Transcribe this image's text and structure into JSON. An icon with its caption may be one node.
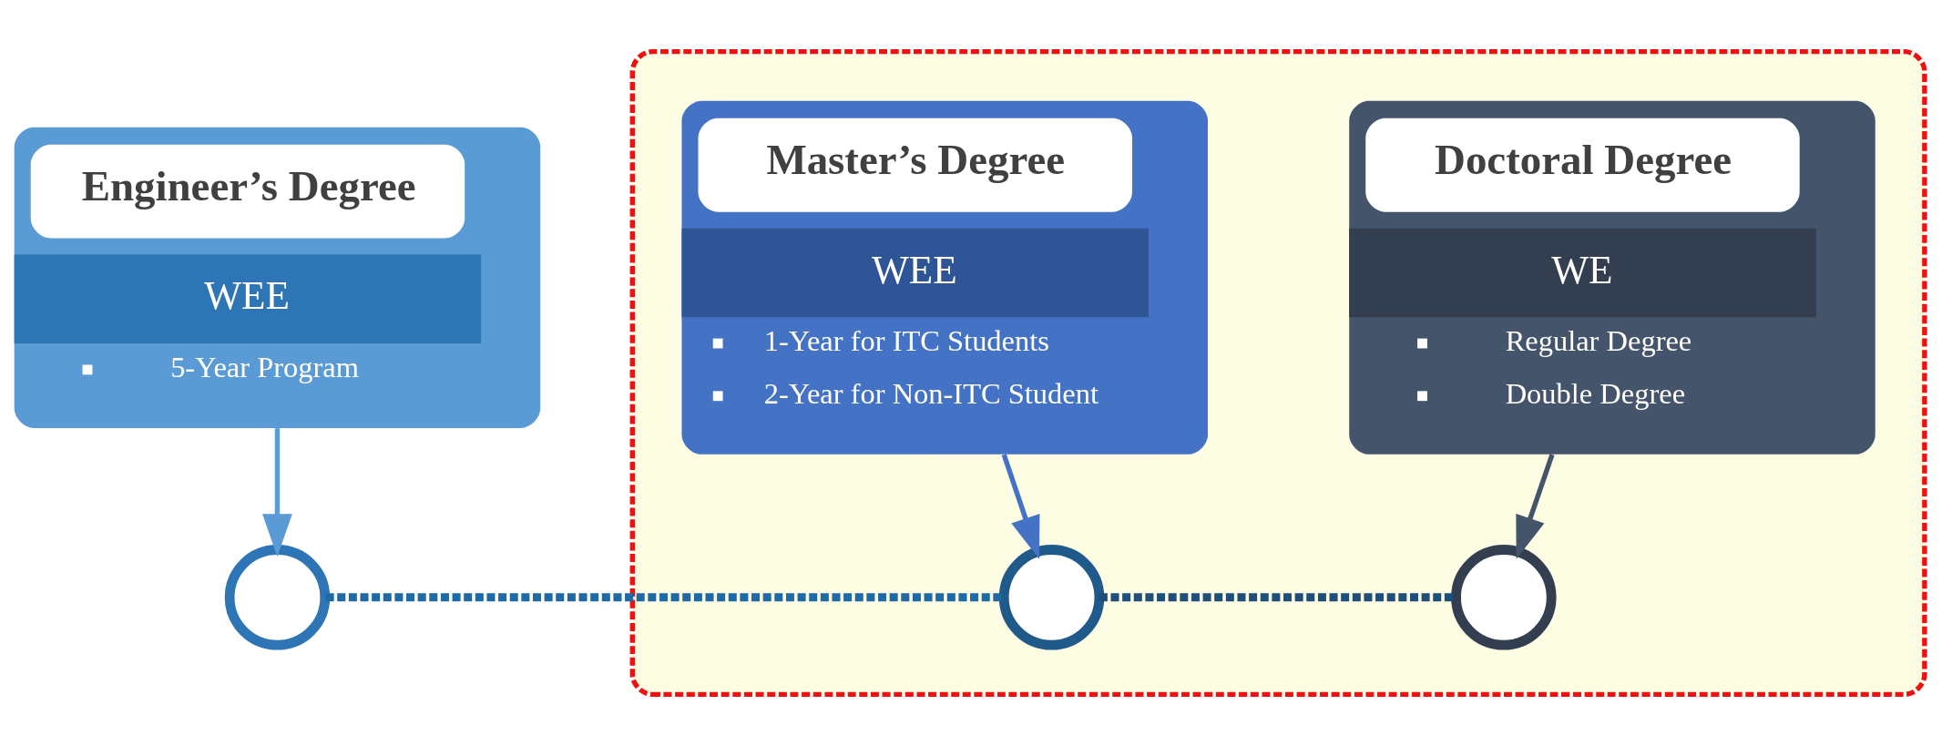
{
  "diagram": {
    "nodes": [
      {
        "text": [
          "Engineer’s Degree",
          "WEE",
          "5-Year Program"
        ]
      },
      {
        "text": [],
        "shape": "box"
      },
      {
        "text": [
          "Master’s Degree",
          "WEE",
          "1-Year for ITC Students",
          "2-Year for Non-ITC Student"
        ],
        "in": 1
      },
      {
        "text": [
          "Doctoral Degree",
          "WE",
          "Regular Degree",
          "Double Degree"
        ],
        "in": 1
      },
      {
        "text": [],
        "shape": "circle"
      },
      {
        "text": [],
        "shape": "circle",
        "in": 1
      },
      {
        "text": [],
        "shape": "circle",
        "in": 1
      }
    ],
    "edges": [
      {
        "from": 0,
        "to": 4,
        "arrow": "to",
        "color": "#5b9bd5"
      },
      {
        "from": 2,
        "to": 5,
        "arrow": "to",
        "color": "#4472c4"
      },
      {
        "from": 3,
        "to": 6,
        "arrow": "to",
        "color": "#44546a"
      },
      {
        "from": 4,
        "to": 5,
        "arrow": "none",
        "style": "dashed",
        "color": "#1f6aa5"
      },
      {
        "from": 5,
        "to": 6,
        "arrow": "none",
        "style": "dashed",
        "color": "#1f4e79"
      }
    ]
  }
}
